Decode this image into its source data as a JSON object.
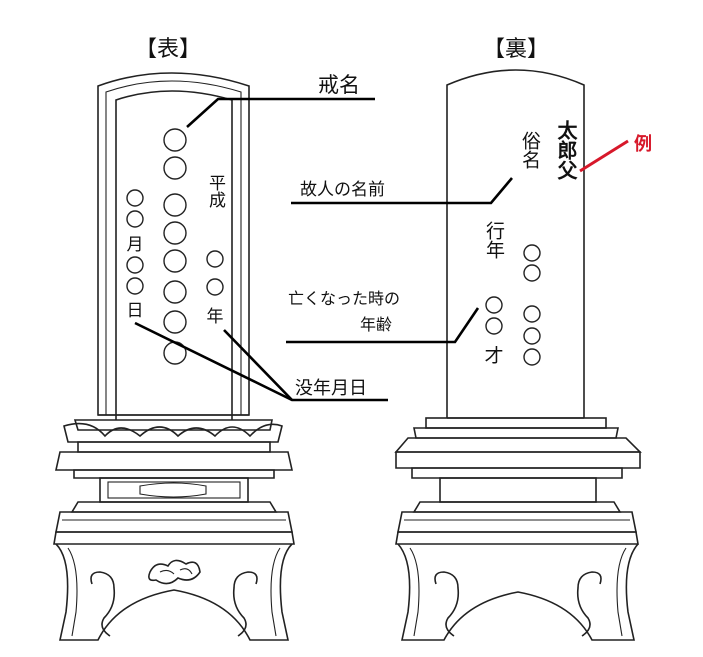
{
  "front": {
    "heading": "【表】",
    "label_kaimyo": "戒名",
    "era": "平成",
    "year_char": "年",
    "month_char": "月",
    "day_char": "日",
    "label_botsu": "没年月日"
  },
  "back": {
    "heading": "【裏】",
    "label_name": "故人の名前",
    "zokumyo": "俗名",
    "example_name": "太郎父",
    "example_label": "例",
    "gyonen": "行年",
    "sai": "才",
    "label_age_line1": "亡くなった時の",
    "label_age_line2": "年齢"
  },
  "colors": {
    "ink": "#111111",
    "accent": "#d7182a"
  }
}
